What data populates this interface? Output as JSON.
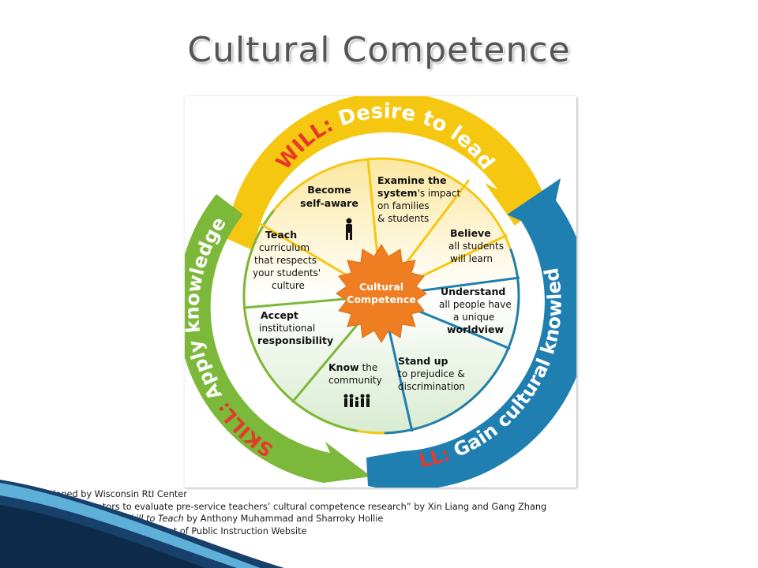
{
  "title": "Cultural Competence",
  "diagram": {
    "hub": {
      "line1": "Cultural",
      "line2": "Competence"
    },
    "rings": {
      "will": {
        "tag": "WILL:",
        "text": " Desire to lead"
      },
      "skill": {
        "tag": "SKILL:",
        "text": " Apply knowledge"
      },
      "fill": {
        "tag": "FILL:",
        "text": " Gain cultural knowledge"
      }
    },
    "segments": {
      "self_aware": {
        "line1": "Become",
        "line2": "self-aware"
      },
      "examine": {
        "line1": "Examine the",
        "line2_bold": "system",
        "line2_rest": "'s impact",
        "line3": "on families",
        "line4": "& students"
      },
      "believe": {
        "line1": "Believe",
        "line2": "all students",
        "line3": "will learn"
      },
      "understand": {
        "line1": "Understand",
        "line2": "all people have",
        "line3": "a unique",
        "line4": "worldview"
      },
      "stand_up": {
        "line1": "Stand up",
        "line2": "to prejudice &",
        "line3": "discrimination"
      },
      "know": {
        "line1_bold": "Know",
        "line1_rest": " the",
        "line2": "community"
      },
      "accept": {
        "line1": "Accept",
        "line2": "institutional",
        "line3": "responsibility"
      },
      "teach": {
        "line1": "Teach",
        "line2": "curriculum",
        "line3": "that respects",
        "line4": "your students'",
        "line5": "culture"
      }
    },
    "colors": {
      "will": "#f6c710",
      "skill": "#7cb83a",
      "fill": "#1f7fb0",
      "hub": "#ef7d22"
    }
  },
  "credits": {
    "line1": "Developed by Wisconsin RtI Center",
    "line2": "Sources: “Indicators to evaluate pre-service teachers’ cultural competence research” by Xin Liang and Gang Zhang",
    "line3_italic": "The Will to Lead, the Skill to Teach",
    "line3_rest": " by Anthony Muhammad and Sharroky Hollie",
    "line4": "State of Washington Department of Public Instruction Website"
  }
}
